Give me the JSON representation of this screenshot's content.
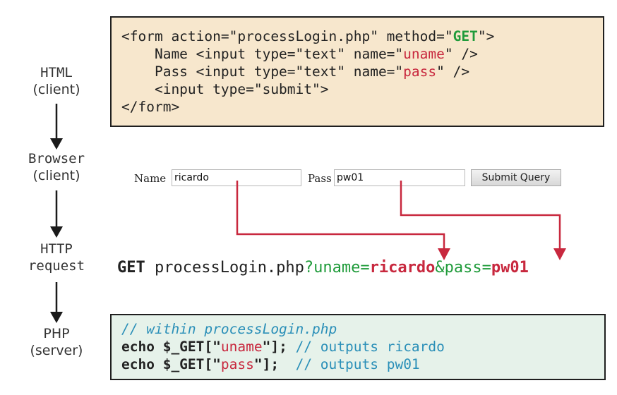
{
  "labels": {
    "html": [
      "HTML",
      "(client)"
    ],
    "browser": [
      "Browser",
      "(client)"
    ],
    "http": [
      "HTTP",
      "request"
    ],
    "php": [
      "PHP",
      "(server)"
    ]
  },
  "html_code": {
    "line1_a": "<form action=\"processLogin.php\" method=\"",
    "line1_method": "GET",
    "line1_b": "\">",
    "line2_a": "    Name <input type=\"text\" name=\"",
    "line2_name": "uname",
    "line2_b": "\" />",
    "line3_a": "    Pass <input type=\"text\" name=\"",
    "line3_name": "pass",
    "line3_b": "\" />",
    "line4": "    <input type=\"submit\">",
    "line5": "</form>"
  },
  "browser_form": {
    "name_label": "Name",
    "name_value": "ricardo",
    "pass_label": "Pass",
    "pass_value": "pw01",
    "submit_label": "Submit Query"
  },
  "http_request": {
    "method": "GET",
    "path": " processLogin.php",
    "q1": "?uname=",
    "v1": "ricardo",
    "amp": "&pass=",
    "v2": "pw01"
  },
  "php_code": {
    "comment": "// within processLogin.php",
    "line2_a": "echo $_GET[\"",
    "line2_key": "uname",
    "line2_b": "\"];",
    "line2_comment": " // outputs ricardo",
    "line3_a": "echo $_GET[\"",
    "line3_key": "pass",
    "line3_b": "\"];",
    "line3_comment": "  // outputs pw01"
  },
  "colors": {
    "arrow_red": "#c8283e",
    "arrow_black": "#1a1a1a"
  }
}
